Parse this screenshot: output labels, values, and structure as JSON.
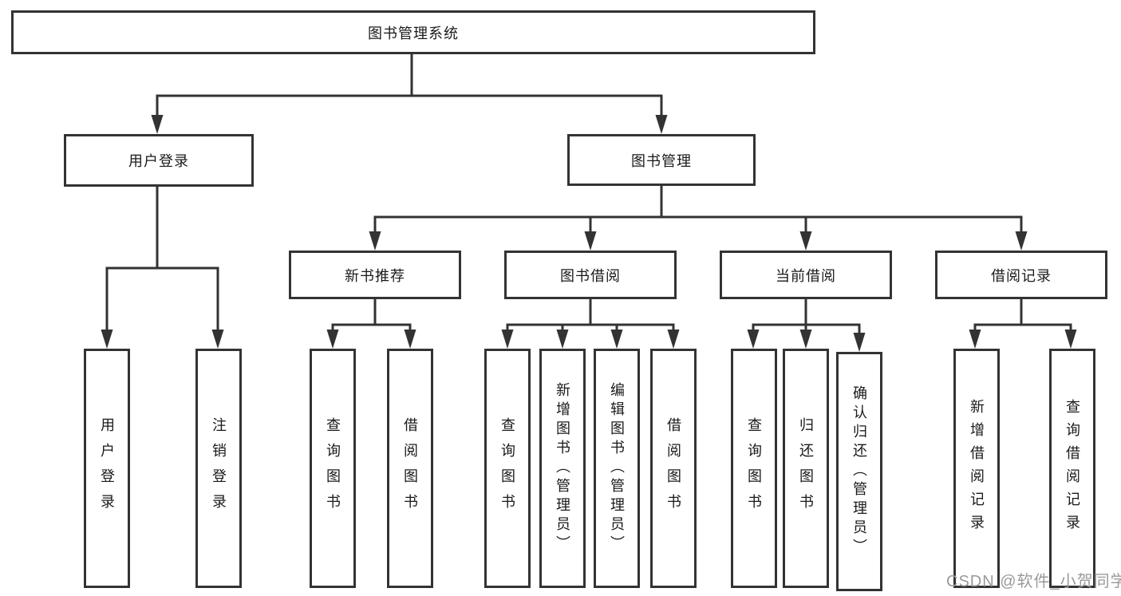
{
  "tree": {
    "label": "图书管理系统",
    "children": [
      {
        "label": "用户登录",
        "children": [
          {
            "label": "用户登录"
          },
          {
            "label": "注销登录"
          }
        ]
      },
      {
        "label": "图书管理",
        "children": [
          {
            "label": "新书推荐",
            "children": [
              {
                "label": "查询图书"
              },
              {
                "label": "借阅图书"
              }
            ]
          },
          {
            "label": "图书借阅",
            "children": [
              {
                "label": "查询图书"
              },
              {
                "label": "新增图书（管理员）"
              },
              {
                "label": "编辑图书（管理员）"
              },
              {
                "label": "借阅图书"
              }
            ]
          },
          {
            "label": "当前借阅",
            "children": [
              {
                "label": "查询图书"
              },
              {
                "label": "归还图书"
              },
              {
                "label": "确认归还（管理员）"
              }
            ]
          },
          {
            "label": "借阅记录",
            "children": [
              {
                "label": "新增借阅记录"
              },
              {
                "label": "查询借阅记录"
              }
            ]
          }
        ]
      }
    ]
  },
  "watermark": {
    "text": "CSDN @软件_小贺同学"
  },
  "colors": {
    "line": "#333333",
    "node_border": "#333333",
    "text": "#1a1a1a",
    "watermark_gray": "#9a9a9a",
    "background": "#ffffff"
  }
}
